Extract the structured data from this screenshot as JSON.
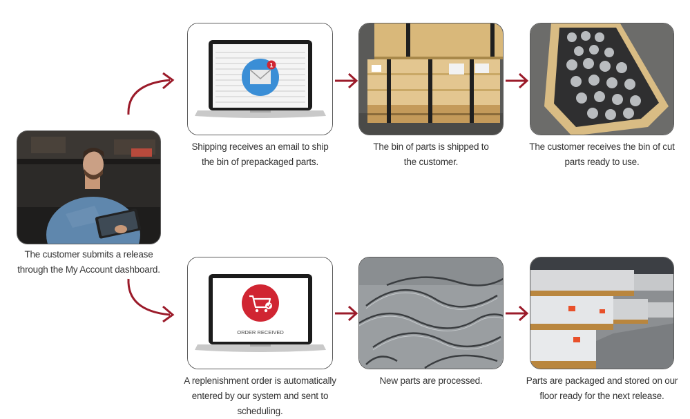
{
  "colors": {
    "arrow": "#9b1b2a",
    "badge": "#d02532",
    "envelope_circle": "#3a8ed6"
  },
  "start": {
    "caption": [
      "The customer submits a release",
      "through the My Account dashboard."
    ],
    "icon": "person-with-tablet"
  },
  "top_row": [
    {
      "caption": [
        "Shipping receives an email to ship",
        "the bin of prepackaged parts."
      ],
      "icon": "envelope-icon",
      "badge": "1"
    },
    {
      "caption": [
        "The bin of parts is shipped to",
        "the customer."
      ],
      "icon": "wooden-crate"
    },
    {
      "caption": [
        "The customer receives the bin of cut",
        "parts ready to use."
      ],
      "icon": "bin-of-round-bars"
    }
  ],
  "bottom_row": [
    {
      "caption": [
        "A replenishment order is automatically",
        "entered by our system and sent to scheduling."
      ],
      "icon": "cart-check-icon",
      "screen_text": "ORDER RECEIVED"
    },
    {
      "caption": [
        "New parts are processed."
      ],
      "icon": "cut-metal-sheet"
    },
    {
      "caption": [
        "Parts are packaged and stored on our",
        "floor ready for the next release."
      ],
      "icon": "warehouse-pallets"
    }
  ]
}
